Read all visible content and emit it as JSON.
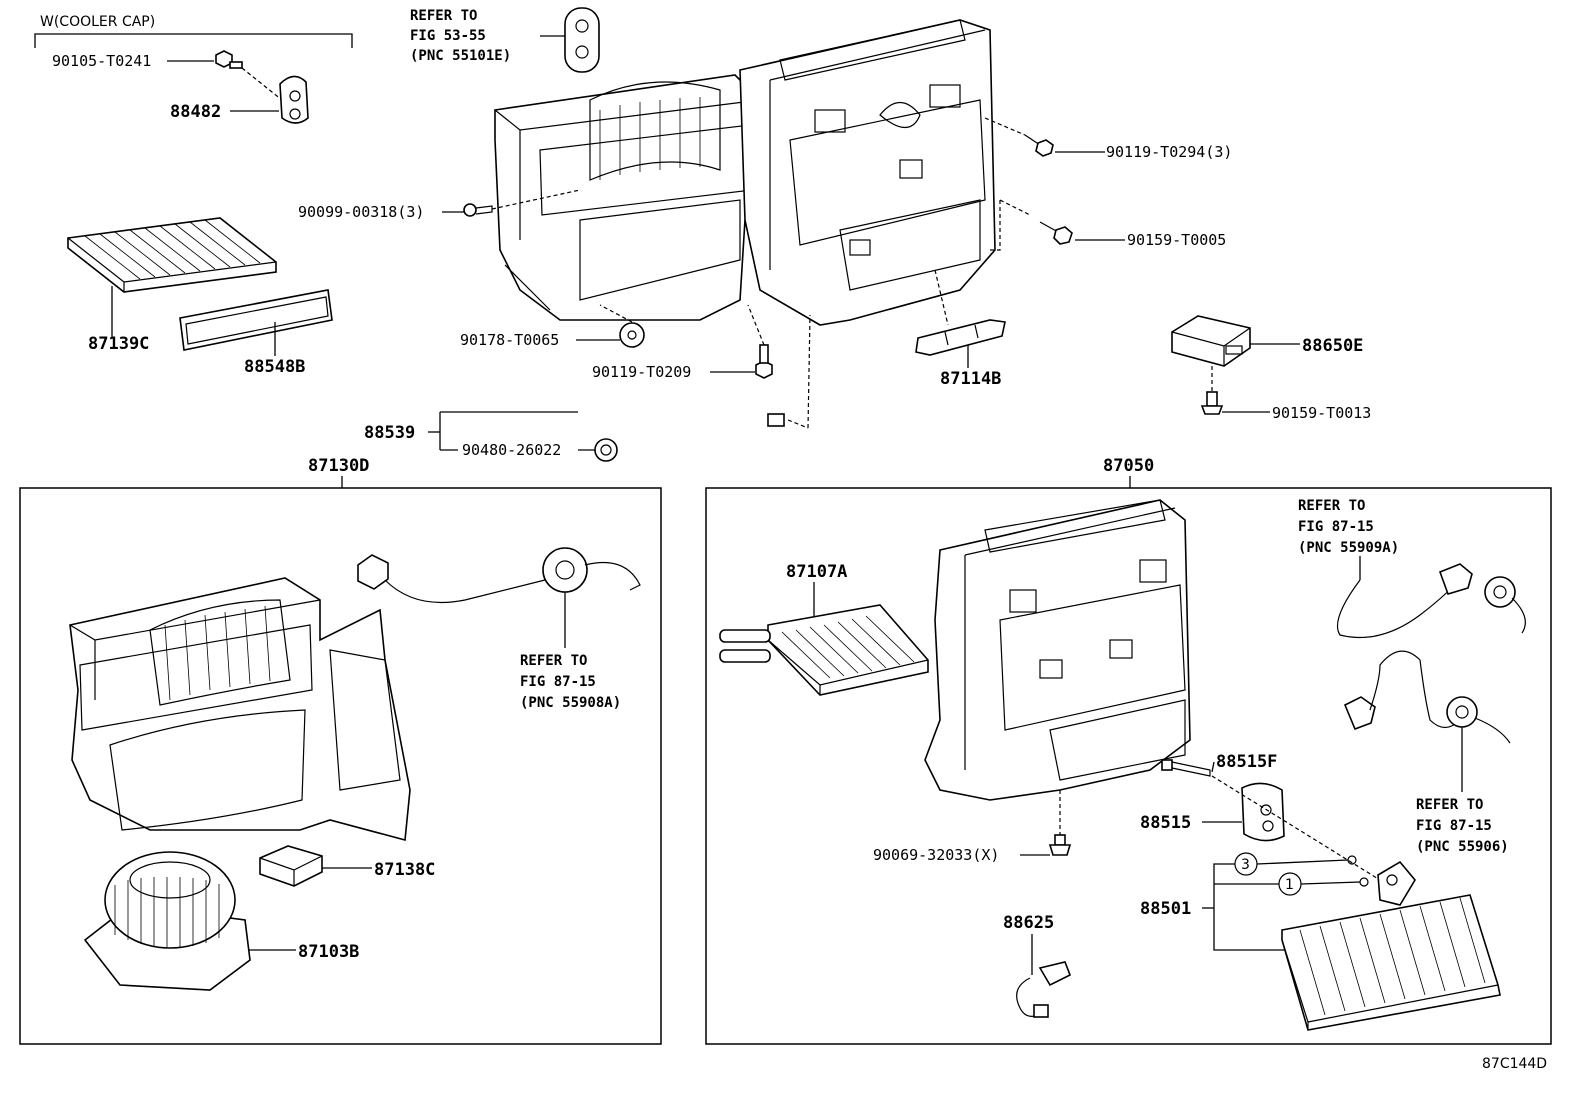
{
  "note_cooler_cap": "W(COOLER CAP)",
  "refer_fig_53_55": [
    "REFER TO",
    "FIG 53-55",
    "(PNC 55101E)"
  ],
  "refer_fig_87_15_a": [
    "REFER TO",
    "FIG 87-15",
    "(PNC 55908A)"
  ],
  "refer_fig_87_15_b": [
    "REFER TO",
    "FIG 87-15",
    "(PNC 55909A)"
  ],
  "refer_fig_87_15_c": [
    "REFER TO",
    "FIG 87-15",
    "(PNC 55906)"
  ],
  "parts": {
    "p90105_T0241": "90105-T0241",
    "p88482": "88482",
    "p87139C": "87139C",
    "p88548B": "88548B",
    "p90099_00318": "90099-00318(3)",
    "p90178_T0065": "90178-T0065",
    "p90119_T0209": "90119-T0209",
    "p88539": "88539",
    "p90480_26022": "90480-26022",
    "p90119_T0294": "90119-T0294(3)",
    "p90159_T0005": "90159-T0005",
    "p87114B": "87114B",
    "p88650E": "88650E",
    "p90159_T0013": "90159-T0013",
    "p87130D": "87130D",
    "p87138C": "87138C",
    "p87103B": "87103B",
    "p87050": "87050",
    "p87107A": "87107A",
    "p88515F": "88515F",
    "p88515": "88515",
    "p90069_32033": "90069-32033(X)",
    "p88501": "88501",
    "p88625": "88625",
    "callout_3": "3",
    "callout_1": "1"
  },
  "figure_code": "87C144D"
}
